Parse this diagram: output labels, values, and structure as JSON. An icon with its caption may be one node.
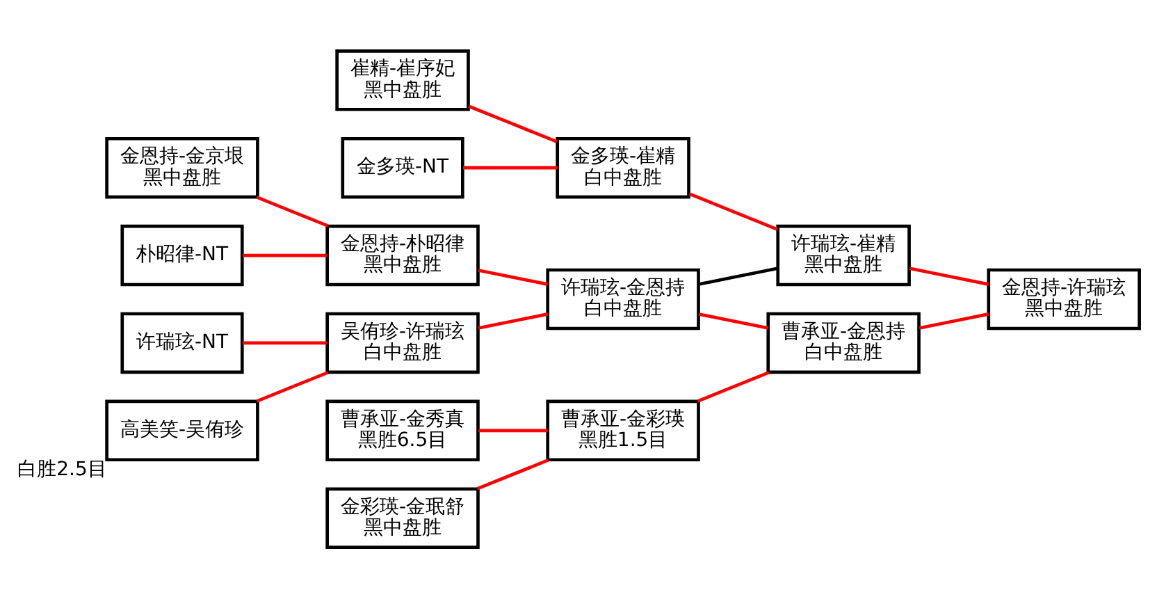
{
  "diagram": {
    "nodes": [
      {
        "text": [
          "金恩持-金京垠",
          "黑中盘胜"
        ]
      },
      {
        "text": [
          "朴昭律-NT"
        ]
      },
      {
        "text": [
          "许瑞玹-NT"
        ]
      },
      {
        "text": [
          "高美笑-吴侑珍"
        ],
        "beside": [
          "白胜2.5目"
        ]
      },
      {
        "text": [
          "曹承亚-金秀真",
          "黑胜6.5目"
        ]
      },
      {
        "text": [
          "金彩瑛-金珉舒",
          "黑中盘胜"
        ]
      },
      {
        "text": [
          "崔精-崔序妃",
          "黑中盘胜"
        ]
      },
      {
        "text": [
          "金多瑛-NT"
        ]
      },
      {
        "text": [
          "金恩持-朴昭律",
          "黑中盘胜"
        ]
      },
      {
        "text": [
          "吴侑珍-许瑞玹",
          "白中盘胜"
        ]
      },
      {
        "text": [
          "曹承亚-金彩瑛",
          "黑胜1.5目"
        ]
      },
      {
        "text": [
          "金多瑛-崔精",
          "白中盘胜"
        ]
      },
      {
        "text": [
          "许瑞玹-金恩持",
          "白中盘胜"
        ]
      },
      {
        "text": [
          "曹承亚-金恩持",
          "白中盘胜"
        ]
      },
      {
        "text": [
          "许瑞玹-崔精",
          "黑中盘胜"
        ]
      },
      {
        "text": [
          "金恩持-许瑞玹",
          "黑中盘胜"
        ]
      }
    ],
    "edges": [
      {
        "from": 0,
        "to": 8,
        "arrow": "none"
      },
      {
        "from": 1,
        "to": 8,
        "arrow": "none"
      },
      {
        "from": 2,
        "to": 9,
        "arrow": "none"
      },
      {
        "from": 3,
        "to": 9,
        "arrow": "none"
      },
      {
        "from": 8,
        "to": 12,
        "arrow": "none"
      },
      {
        "from": 9,
        "to": 12,
        "arrow": "none"
      },
      {
        "from": 4,
        "to": 10,
        "arrow": "none"
      },
      {
        "from": 5,
        "to": 10,
        "arrow": "none"
      },
      {
        "from": 6,
        "to": 11,
        "arrow": "none"
      },
      {
        "from": 7,
        "to": 11,
        "arrow": "none"
      },
      {
        "from": 12,
        "to": 13,
        "arrow": "none"
      },
      {
        "from": 10,
        "to": 13,
        "arrow": "none"
      },
      {
        "from": 12,
        "to": 14,
        "arrow": "none",
        "color": "#000000"
      },
      {
        "from": 11,
        "to": 14,
        "arrow": "none"
      },
      {
        "from": 13,
        "to": 15,
        "arrow": "none"
      },
      {
        "from": 14,
        "to": 15,
        "arrow": "none"
      }
    ]
  }
}
